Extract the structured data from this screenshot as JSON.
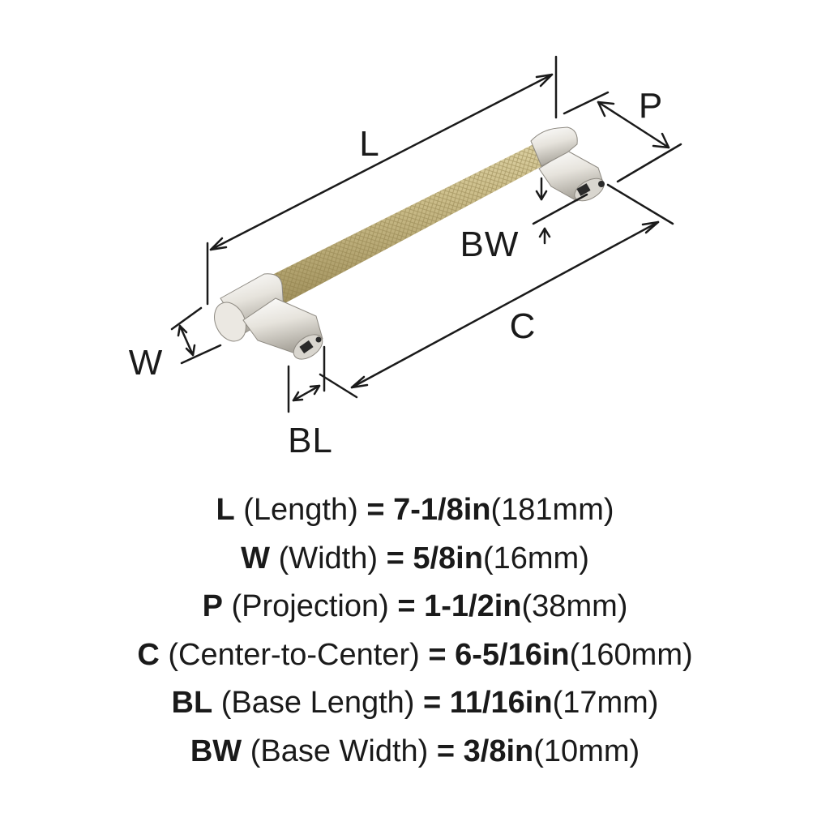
{
  "dimension_labels": {
    "length": "L",
    "projection": "P",
    "base_width": "BW",
    "center_to_center": "C",
    "width": "W",
    "base_length": "BL"
  },
  "specs": [
    {
      "code": "L",
      "name": "(Length)",
      "eq": "=",
      "imperial": "7-1/8in",
      "metric": "(181mm)"
    },
    {
      "code": "W",
      "name": "(Width)",
      "eq": "=",
      "imperial": "5/8in",
      "metric": "(16mm)"
    },
    {
      "code": "P",
      "name": "(Projection)",
      "eq": "=",
      "imperial": "1-1/2in",
      "metric": "(38mm)"
    },
    {
      "code": "C",
      "name": "(Center-to-Center)",
      "eq": "=",
      "imperial": "6-5/16in",
      "metric": "(160mm)"
    },
    {
      "code": "BL",
      "name": "(Base Length)",
      "eq": "=",
      "imperial": "11/16in",
      "metric": "(17mm)"
    },
    {
      "code": "BW",
      "name": "(Base Width)",
      "eq": "=",
      "imperial": "3/8in",
      "metric": "(10mm)"
    }
  ],
  "colors": {
    "background": "#ffffff",
    "text": "#1a1a1a",
    "dimension_line": "#1a1a1a",
    "bar_brass": "#cdbf8c",
    "end_cap_nickel": "#e6e3dc"
  }
}
